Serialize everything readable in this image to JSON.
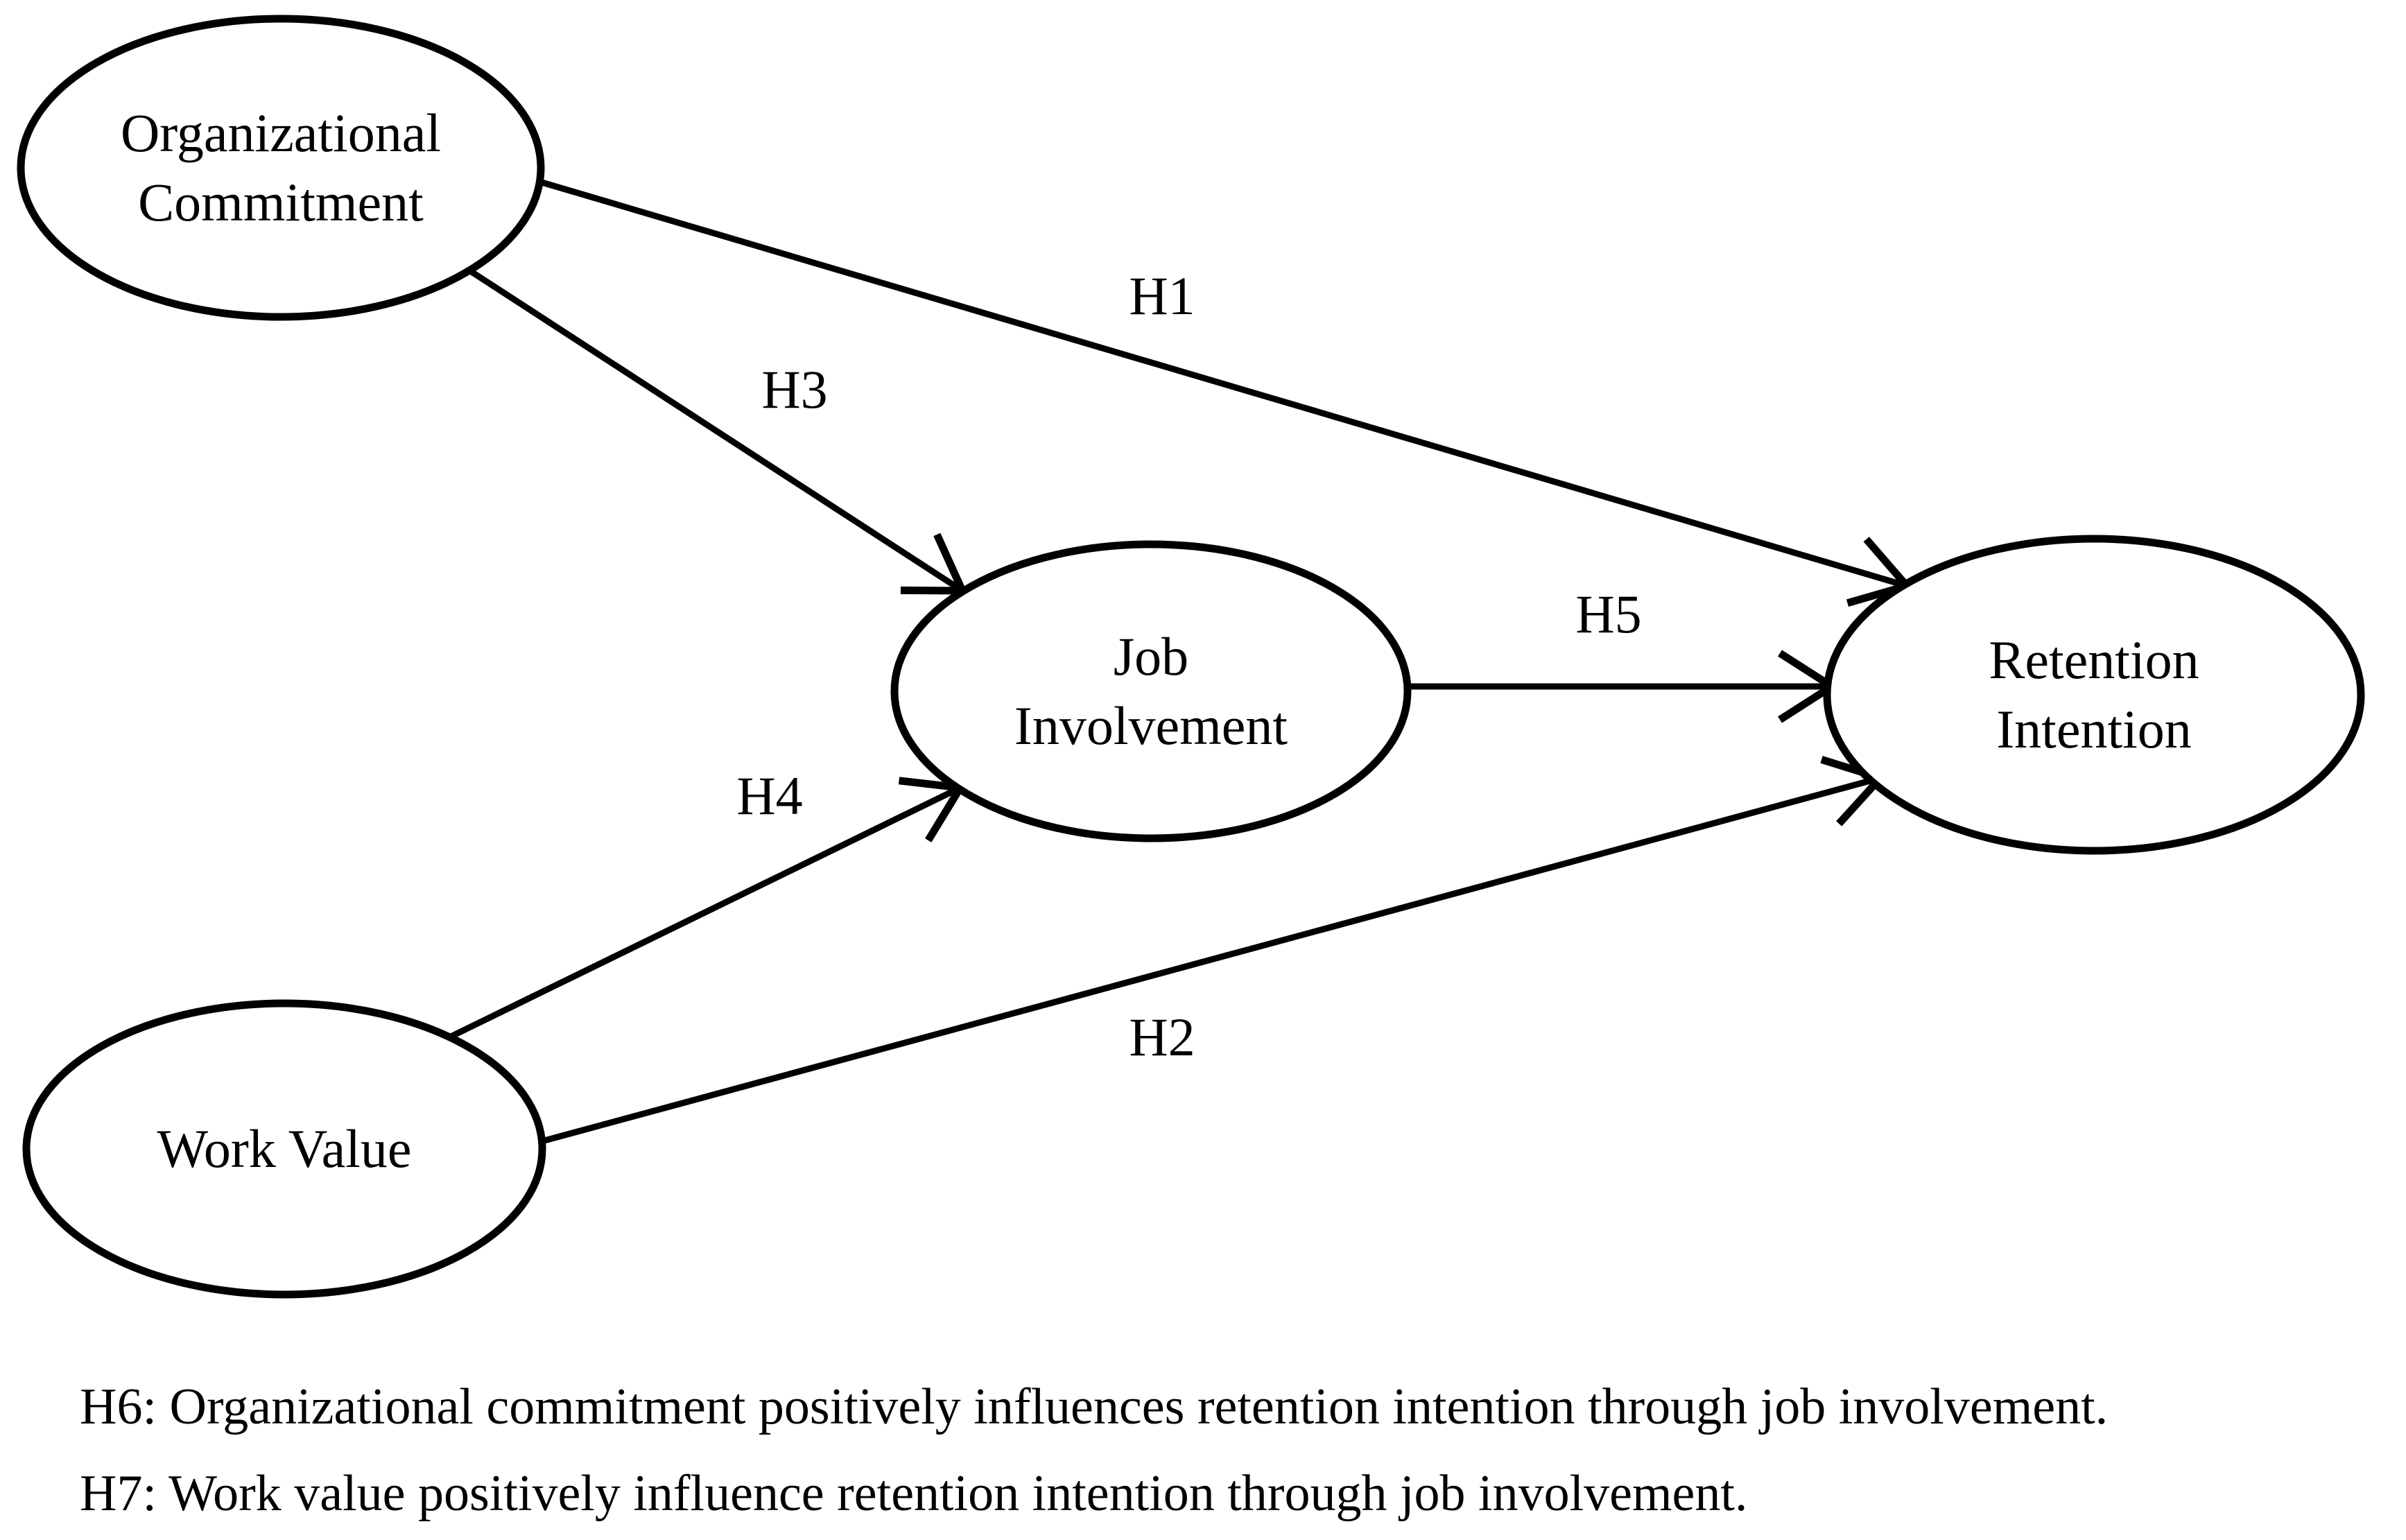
{
  "figure": {
    "background_color": "#ffffff",
    "stroke_color": "#000000",
    "nodes": [
      {
        "id": "organizational-commitment",
        "label": "Organizational Commitment",
        "shape": "ellipse"
      },
      {
        "id": "work-value",
        "label": "Work Value",
        "shape": "ellipse"
      },
      {
        "id": "job-involvement",
        "label": "Job Involvement",
        "shape": "ellipse"
      },
      {
        "id": "retention-intention",
        "label": "Retention Intention",
        "shape": "ellipse"
      }
    ],
    "paths": [
      {
        "id": "H1",
        "label": "H1",
        "from": "organizational-commitment",
        "to": "retention-intention"
      },
      {
        "id": "H2",
        "label": "H2",
        "from": "work-value",
        "to": "retention-intention"
      },
      {
        "id": "H3",
        "label": "H3",
        "from": "organizational-commitment",
        "to": "job-involvement"
      },
      {
        "id": "H4",
        "label": "H4",
        "from": "work-value",
        "to": "job-involvement"
      },
      {
        "id": "H5",
        "label": "H5",
        "from": "job-involvement",
        "to": "retention-intention"
      }
    ],
    "notes": [
      "H6: Organizational commitment positively influences retention intention through job involvement.",
      "H7: Work value positively influence retention intention through job involvement."
    ]
  }
}
